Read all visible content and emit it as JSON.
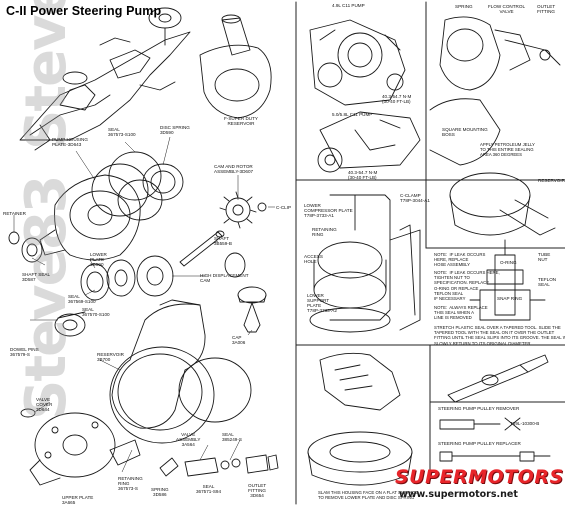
{
  "title": "C-II Power Steering Pump",
  "watermark": "Steve83",
  "logo": {
    "brand": "SUPERMOTORS",
    "url": "www.supermotors.net",
    "brand_color": "#e8252a"
  },
  "labels": {
    "pump_housing_plate": "PUMP HOUSING\nPLATE-3D643",
    "seal_top": "SEAL\n367573-S100",
    "disc_spring": "DISC SPRING\n3D590",
    "cam_rotor": "CAM AND ROTOR\nASSEMBLY-3D607",
    "c_clip": "C-CLIP",
    "retainer": "RETAINER",
    "shaft": "SHAFT\n3B559-B",
    "shaft_seal": "SHAFT SEAL\n3D587",
    "lower_plate": "LOWER\nPLATE\n3D590",
    "high_disp_cam": "HIGH DISPLACEMENT\nCAM",
    "seal_mid_a": "SEAL\n367569-S100",
    "seal_mid_b": "SEAL\n367570-S100",
    "dowel_pins": "DOWEL PINS\n367579-S",
    "cap": "CAP\n3A006",
    "reservoir_left": "RESERVOIR\n3B700",
    "valve_cover": "VALVE\nCOVER\n3D644",
    "valve_assembly": "VALVE\nASSEMBLY\n3A564",
    "seal_valve": "SEAL\n385249-S",
    "retaining_ring": "RETAINING\nRING\n367573-S",
    "upper_plate": "UPPER PLATE\n3A665",
    "spring": "SPRING\n3D586",
    "seal_bottom": "SEAL\n367571-S94",
    "outlet_fitting": "OUTLET\nFITTING\n3D654",
    "super_duty_reservoir": "F-SUPER DUTY\nRESERVOIR",
    "pump_49": "4.9L C11 PUMP",
    "torque_1": "40.3-54.7 N·m\n(30-40 Ft-Lb)",
    "pump_50": "5.0/5.8L C11 PUMP",
    "torque_2": "40.3-54.7 N·m\n(30-40 Ft-Lb)",
    "spring_tr": "SPRING",
    "flow_control_valve": "FLOW CONTROL\nVALVE",
    "outlet_fitting_tr": "OUTLET\nFITTING",
    "square_mounting": "SQUARE MOUNTING\nBOSS",
    "apply_jelly": "APPLY PETROLEUM JELLY\nTO THIS ENTIRE SEALING\nAREA 360 DEGREES",
    "reservoir_right": "RESERVOIR",
    "c_clamp": "C-CLAMP\nT78P-3044-A1",
    "lower_compressor": "LOWER\nCOMPRESSOR PLATE\nT78P-3733-A1",
    "retaining_ring_mid": "RETAINING\nRING",
    "access_hole": "ACCESS\nHOLE",
    "lower_support": "LOWER\nSUPPORT\nPLATE\nT78P-3733-A2",
    "tube_nut": "TUBE\nNUT",
    "o_ring": "O-RING",
    "teflon_seal": "TEFLON\nSEAL",
    "snap_ring": "SNAP RING",
    "note_leak_1": "NOTE:  IF LEAK OCCURS\nHERE, REPLACE\nHOSE ASSEMBLY",
    "note_leak_2": "NOTE:  IF LEAK OCCURS HERE,\nTIGHTEN NUT TO\nSPECIFICATION. REPLACE\nO-RING OR REPLACE\nTEFLON SEAL\nIF NECESSARY",
    "note_replace": "NOTE:  ALWAYS REPLACE\nTHIS SEAL WHEN A\nLINE IS REMOVED",
    "stretch_note": "STRETCH PLASTIC SEAL OVER A TAPERED TOOL. SLIDE THE\nTAPERED TOOL WITH THE SEAL ON IT OVER THE OUTLET\nFITTING UNTIL THE SEAL SLIPS INTO ITS GROOVE. THE SEAL WILL\nSLOWLY RETURN TO ITS ORIGINAL DIAMETER.",
    "pulley_remover": "STEERING PUMP PULLEY REMOVER",
    "remover_tool": "T69L-10300-B",
    "pulley_replacer": "STEERING PUMP PULLEY REPLACER",
    "slam_note": "SLAM THIS HOUSING FACE ON A FLAT SURFACE\nTO REMOVE LOWER PLATE AND DISC SPRING"
  },
  "colors": {
    "line": "#1a1a1a",
    "panel_rule": "#222222"
  }
}
